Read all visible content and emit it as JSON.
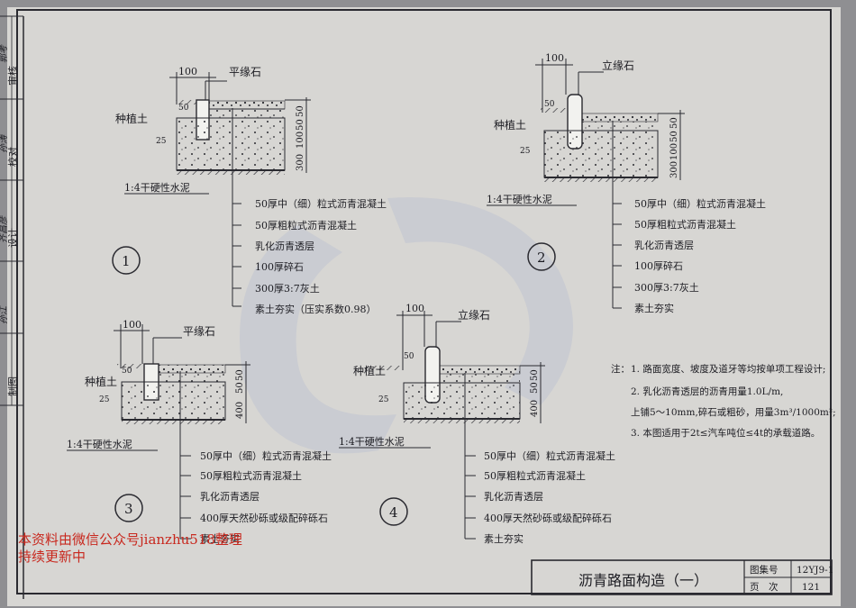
{
  "side_column": {
    "top_label": "审核",
    "review_label": "校对",
    "design_label": "设计",
    "draw_label": "制图",
    "signatures": [
      "郭考",
      "孙涛",
      "齐昌彦",
      "孙江"
    ]
  },
  "details": [
    {
      "number": "1",
      "stone": "平缘石",
      "dims": {
        "top": "100",
        "a": "50",
        "b": "25",
        "c": "50",
        "d": "50",
        "e": "100",
        "f": "300"
      },
      "left_labels": {
        "plant": "种植土",
        "mortar": "1:4干硬性水泥"
      },
      "layers": [
        "50厚中（细）粒式沥青混凝土",
        "50厚粗粒式沥青混凝土",
        "乳化沥青透层",
        "100厚碎石",
        "300厚3:7灰土",
        "素土夯实（压实系数0.98）"
      ]
    },
    {
      "number": "2",
      "stone": "立缘石",
      "dims": {
        "top": "100",
        "a": "50",
        "b": "25",
        "c": "50",
        "d": "50",
        "e": "100",
        "f": "300"
      },
      "left_labels": {
        "plant": "种植土",
        "mortar": "1:4干硬性水泥"
      },
      "layers": [
        "50厚中（细）粒式沥青混凝土",
        "50厚粗粒式沥青混凝土",
        "乳化沥青透层",
        "100厚碎石",
        "300厚3:7灰土",
        "素土夯实"
      ]
    },
    {
      "number": "3",
      "stone": "平缘石",
      "dims": {
        "top": "100",
        "a": "50",
        "b": "25",
        "c": "50",
        "d": "50",
        "f": "400"
      },
      "left_labels": {
        "plant": "种植土",
        "mortar": "1:4干硬性水泥"
      },
      "layers": [
        "50厚中（细）粒式沥青混凝土",
        "50厚粗粒式沥青混凝土",
        "乳化沥青透层",
        "400厚天然砂砾或级配碎砾石",
        "素土夯实"
      ]
    },
    {
      "number": "4",
      "stone": "立缘石",
      "dims": {
        "top": "100",
        "a": "50",
        "b": "25",
        "c": "50",
        "d": "50",
        "f": "400"
      },
      "left_labels": {
        "plant": "种植土",
        "mortar": "1:4干硬性水泥"
      },
      "layers": [
        "50厚中（细）粒式沥青混凝土",
        "50厚粗粒式沥青混凝土",
        "乳化沥青透层",
        "400厚天然砂砾或级配碎砾石",
        "素土夯实"
      ]
    }
  ],
  "notes": {
    "heading": "注：",
    "lines": [
      "1. 路面宽度、坡度及道牙等均按单项工程设计;",
      "2. 乳化沥青透层的沥青用量1.0L/m,",
      "上铺5～10mm,碎石或粗砂，用量3m³/1000m²;",
      "3. 本图适用于2t≤汽车吨位≤4t的承载道路。"
    ]
  },
  "title_block": {
    "title": "沥青路面构造（一）",
    "atlas_label": "图集号",
    "atlas_value": "12YJ9-1",
    "page_label": "页　次",
    "page_value": "121"
  },
  "watermark": {
    "line1": "本资料由微信公众号jianzhu518整理",
    "line2": "持续更新中"
  }
}
